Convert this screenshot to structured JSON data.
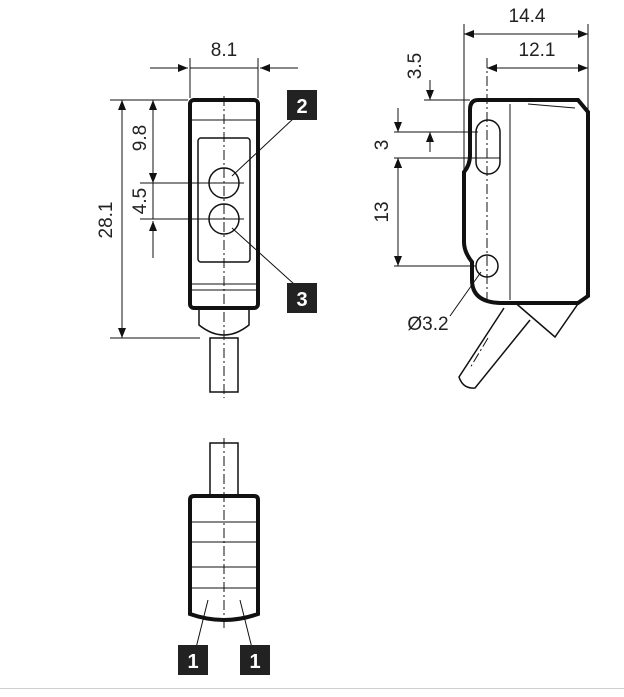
{
  "dimensions": {
    "front_width": "8.1",
    "front_height": "28.1",
    "lens_offset_top": "9.8",
    "lens_spacing": "4.5",
    "side_depth_total": "14.4",
    "side_depth_inner": "12.1",
    "slot_offset": "3.5",
    "slot_height": "3",
    "hole_spacing": "13",
    "hole_diameter": "Ø3.2"
  },
  "callouts": {
    "receiver": "2",
    "emitter": "3",
    "indicator_left": "1",
    "indicator_right": "1"
  }
}
